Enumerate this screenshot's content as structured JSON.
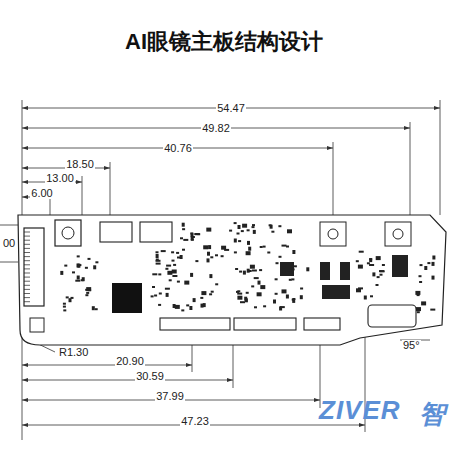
{
  "diagram": {
    "title": "AI眼镜主板结构设计",
    "labels": [
      "54.47",
      "49.82",
      "40.76",
      "18.50",
      "13.00",
      "6.00",
      "00",
      "R1.30",
      "20.90",
      "30.59",
      "95°",
      "37.99",
      "47.23",
      "ZIVER",
      "智"
    ]
  }
}
